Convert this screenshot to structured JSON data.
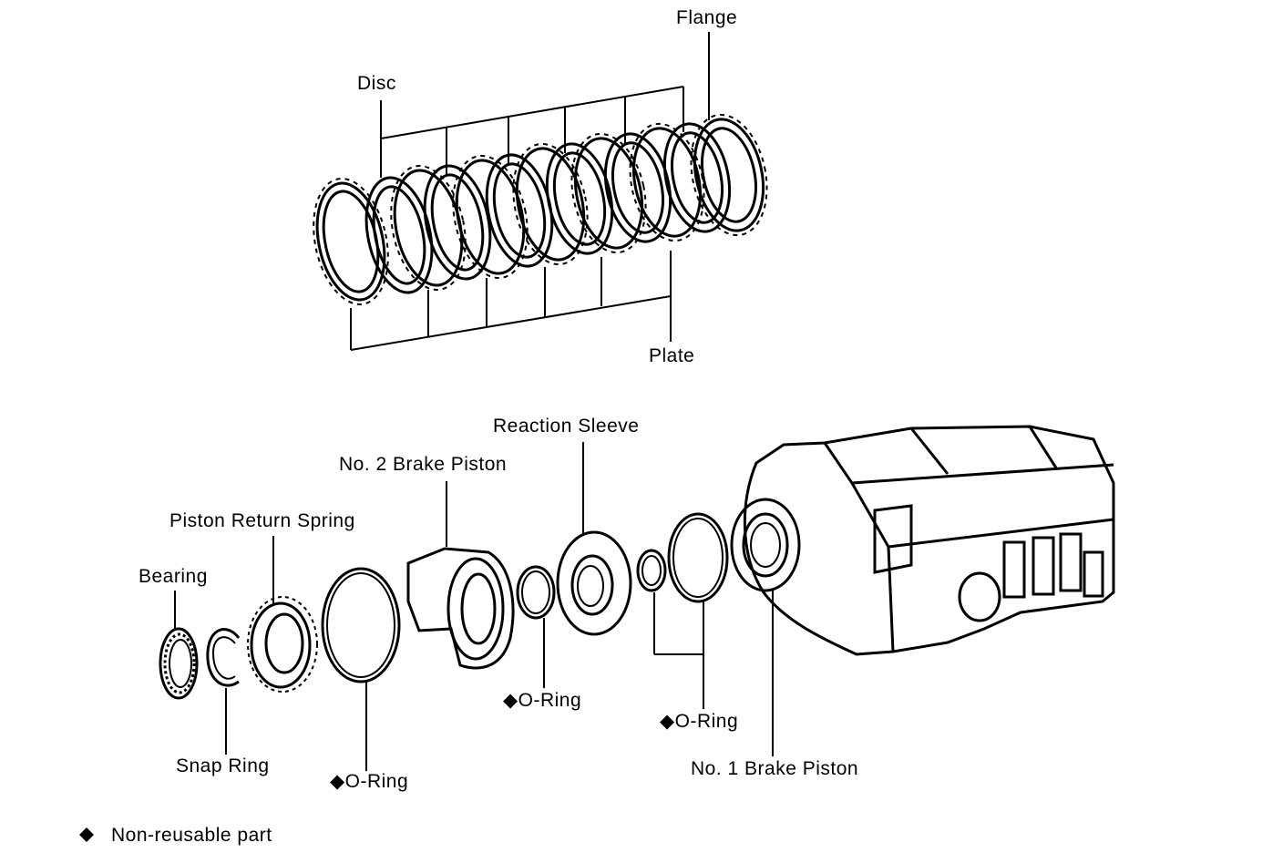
{
  "labels": {
    "flange": "Flange",
    "disc": "Disc",
    "plate": "Plate",
    "reaction_sleeve": "Reaction Sleeve",
    "no2_brake_piston": "No. 2 Brake Piston",
    "piston_return_spring": "Piston Return Spring",
    "bearing": "Bearing",
    "snap_ring": "Snap Ring",
    "o_ring_1": "◆O-Ring",
    "o_ring_2": "◆O-Ring",
    "o_ring_3": "◆O-Ring",
    "no1_brake_piston": "No. 1 Brake Piston"
  },
  "legend": {
    "symbol": "◆",
    "text": "Non-reusable part"
  }
}
